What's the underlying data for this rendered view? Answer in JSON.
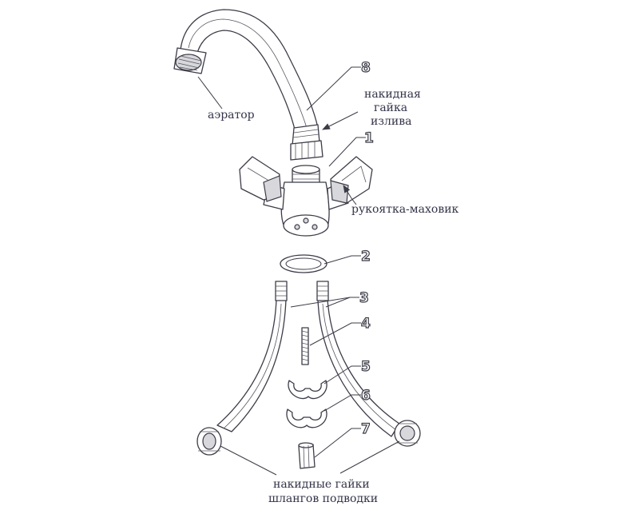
{
  "labels": {
    "aerator": "аэратор",
    "spout_nut": [
      "накидная",
      "гайка",
      "излива"
    ],
    "handle": "рукоятка-маховик",
    "hose_nuts": [
      "накидные гайки",
      "шлангов подводки"
    ]
  },
  "part_numbers": [
    "1",
    "2",
    "3",
    "4",
    "5",
    "6",
    "7",
    "8"
  ],
  "colors": {
    "line": "#3c3c48",
    "text": "#34344a",
    "background": "#ffffff"
  }
}
